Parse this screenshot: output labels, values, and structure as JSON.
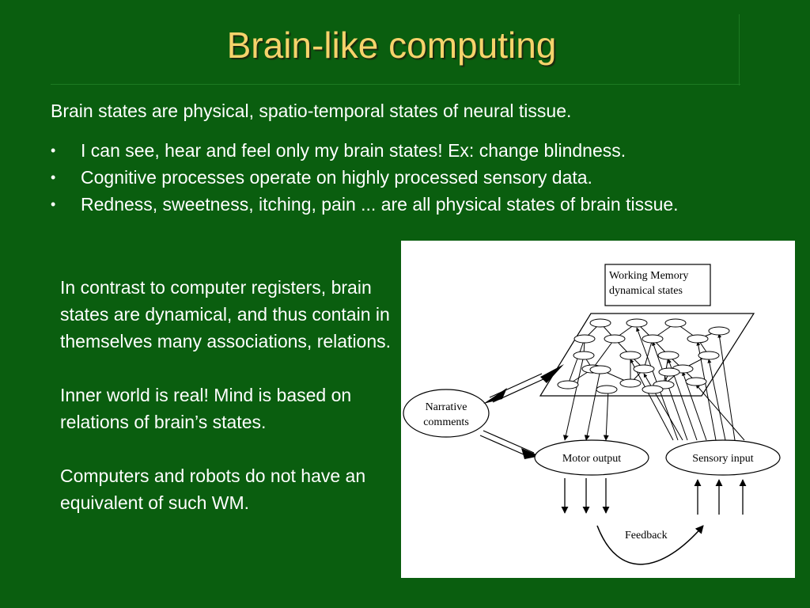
{
  "slide": {
    "title": "Brain-like computing",
    "intro": "Brain states are physical, spatio-temporal states of neural tissue.",
    "bullet_glyph": "•",
    "bullets": [
      "I can see, hear and feel only my brain states! Ex: change blindness.",
      "Cognitive processes operate on highly processed sensory data.",
      "Redness, sweetness, itching, pain ... are all physical states of brain tissue."
    ],
    "paragraphs": [
      "In contrast to computer registers, brain states are dynamical, and thus contain in themselves many associations, relations.",
      "Inner world is real! Mind is based on relations of brain’s states.",
      "Computers and robots do not have an equivalent of such WM."
    ]
  },
  "diagram": {
    "wm_label_line1": "Working Memory",
    "wm_label_line2": "dynamical states",
    "narrative_line1": "Narrative",
    "narrative_line2": "comments",
    "motor_label": "Motor output",
    "sensory_label": "Sensory input",
    "feedback_label": "Feedback"
  },
  "colors": {
    "background": "#0a5e0f",
    "title": "#f6d36b",
    "text": "#ffffff"
  }
}
